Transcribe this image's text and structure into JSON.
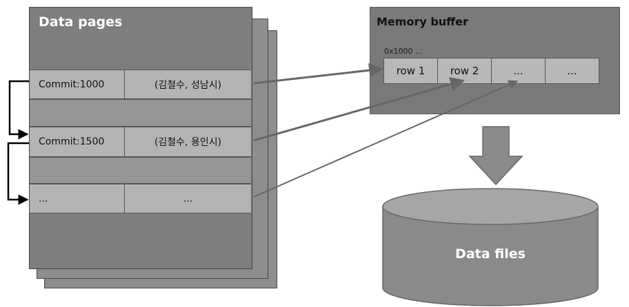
{
  "data_pages": {
    "title": "Data pages",
    "rows": [
      {
        "commit": "Commit:1000",
        "value": "(김철수, 성남시)"
      },
      {
        "commit": "Commit:1500",
        "value": "(김철수, 용인시)"
      },
      {
        "commit": "...",
        "value": "..."
      }
    ]
  },
  "memory_buffer": {
    "title": "Memory buffer",
    "address": "0x1000 ...",
    "slots": [
      "row 1",
      "row 2",
      "...",
      "..."
    ]
  },
  "data_files": {
    "label": "Data files"
  },
  "colors": {
    "page_fill": "#7e7e7e",
    "row_fill": "#b4b4b4",
    "arrow": "#666666",
    "cylinder": "#8a8a8a"
  }
}
